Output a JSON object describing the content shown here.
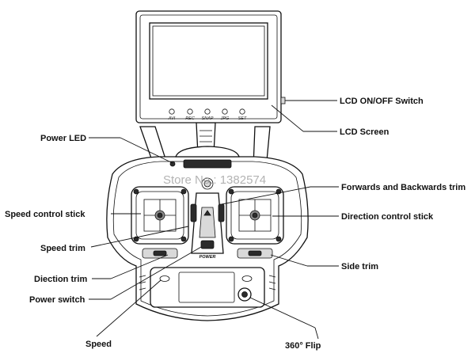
{
  "labels": {
    "lcd_switch": "LCD ON/OFF Switch",
    "lcd_screen": "LCD Screen",
    "power_led": "Power LED",
    "fwd_back_trim": "Forwards and Backwards trim",
    "speed_stick": "Speed control stick",
    "direction_stick": "Direction control stick",
    "speed_trim": "Speed trim",
    "side_trim": "Side trim",
    "direction_trim": "Diection trim",
    "power_switch": "Power switch",
    "speed": "Speed",
    "flip": "360° Flip"
  },
  "monitor_buttons": [
    "AVI",
    "REC",
    "SNAP",
    "JPG",
    "SET"
  ],
  "power_text": "POWER",
  "watermark": "Store No.: 1382574"
}
